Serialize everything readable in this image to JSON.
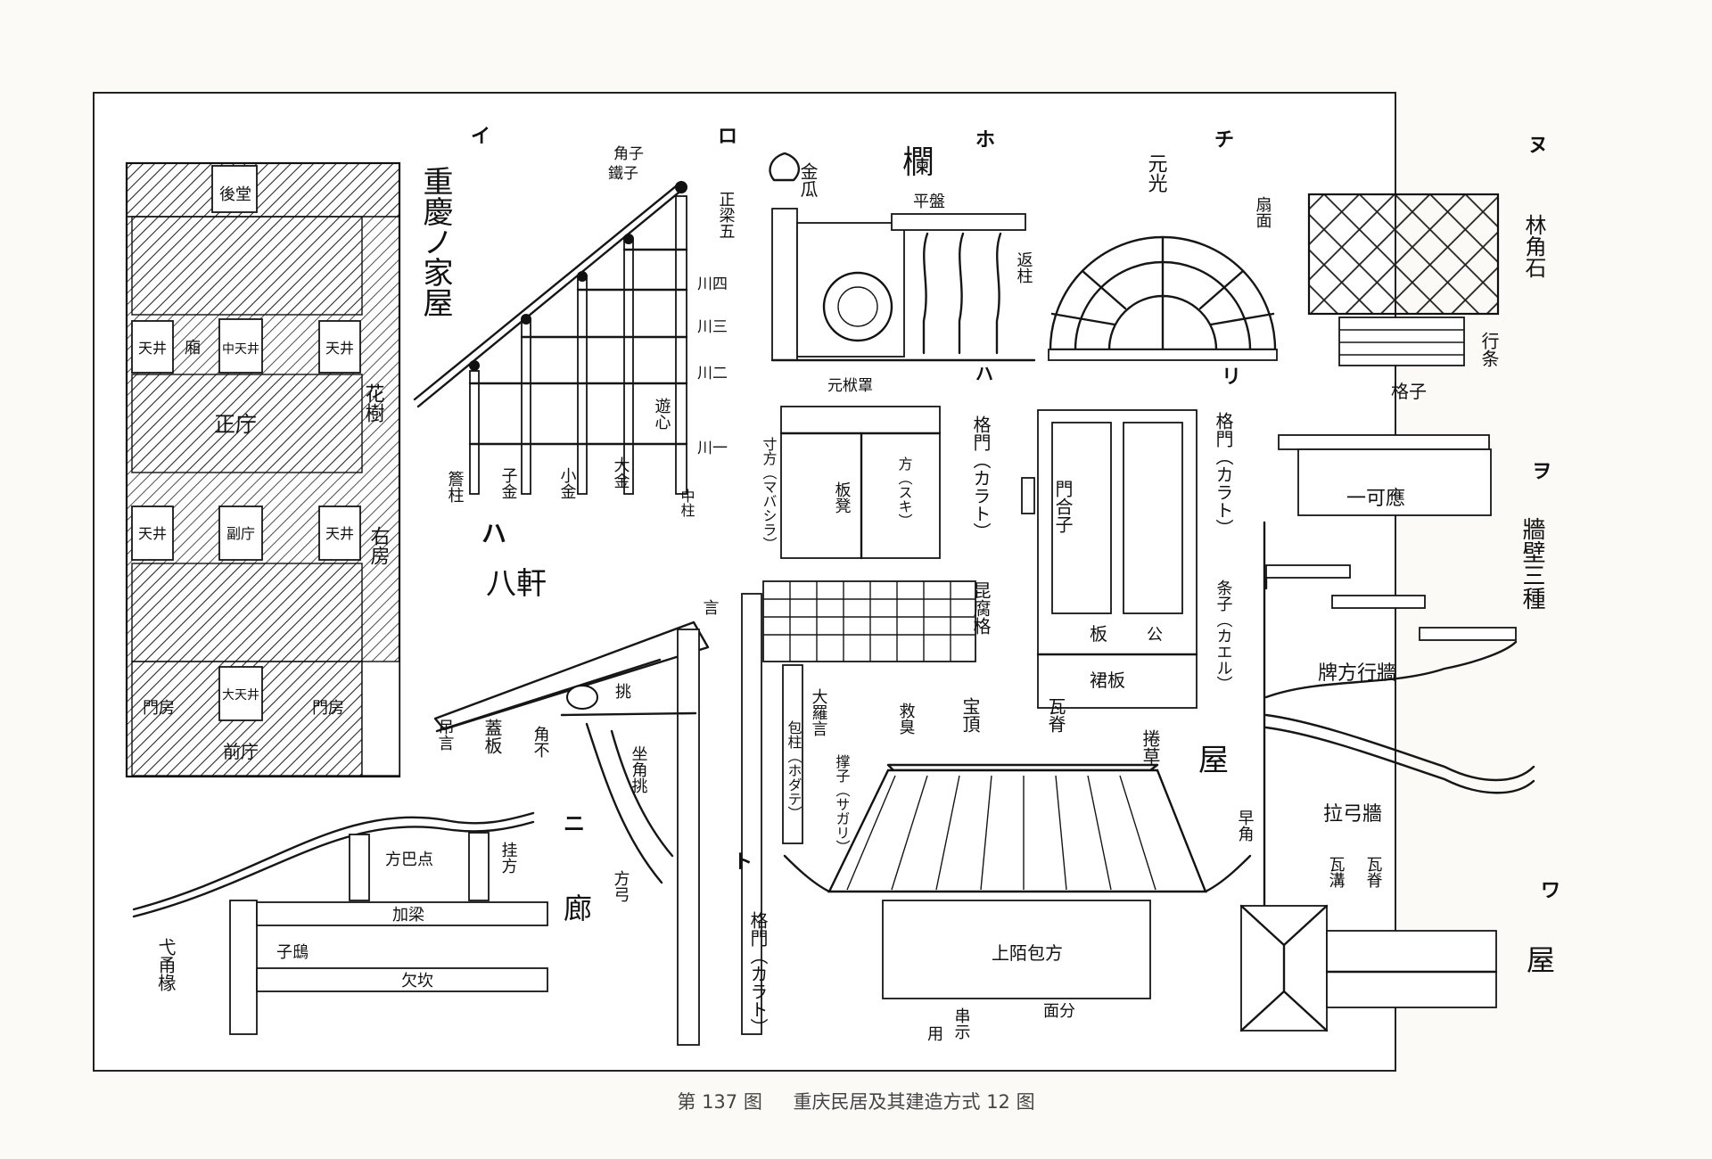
{
  "caption": {
    "figure_number": "第 137 图",
    "title": "重庆民居及其建造方式 12 图"
  },
  "section_marks": {
    "i": "イ",
    "ro": "ロ",
    "ha": "ハ",
    "ni": "ニ",
    "ho": "ホ",
    "to": "ト",
    "chi": "チ",
    "ri": "リ",
    "nu": "ヌ",
    "wo": "ヲ",
    "wa": "ワ"
  },
  "house_plan": {
    "title": "重慶ノ家屋",
    "rooms": [
      "後堂",
      "天井",
      "廂",
      "中天井",
      "天井",
      "正庁",
      "天井",
      "副庁",
      "天井",
      "門房",
      "大天井",
      "門房",
      "前庁"
    ],
    "side_labels": [
      "花樹",
      "右房"
    ]
  },
  "roof_section": {
    "title": "八軒",
    "labels": [
      "角子",
      "鐵子",
      "正梁五",
      "川四",
      "川三",
      "川二",
      "川一",
      "中柱",
      "遊心",
      "大金",
      "小金",
      "子金",
      "簷柱"
    ]
  },
  "eave_bracket": {
    "labels": [
      "吊言",
      "蓋板",
      "角不",
      "挑",
      "坐角挑",
      "方弓"
    ]
  },
  "corridor": {
    "title": "廊",
    "labels": [
      "弋甬椽",
      "方巴点",
      "挂方",
      "加梁",
      "子鴟",
      "欠坎"
    ]
  },
  "bell_finial": {
    "label": "金瓜"
  },
  "railing": {
    "title": "欄",
    "labels": [
      "平盤",
      "返柱"
    ]
  },
  "fan_window": {
    "labels": [
      "元光",
      "扇面"
    ]
  },
  "lattice_door": {
    "title": "格門（カラト）",
    "labels": [
      "元栿罩",
      "寸方（マバシラ）",
      "板凳",
      "方（スキ）"
    ]
  },
  "balcony": {
    "labels": [
      "昆腐格",
      "大羅言",
      "包柱（ホダテ）",
      "撑子（サガリ）",
      "言",
      "挑"
    ]
  },
  "tall_door": {
    "title": "格門（カラト）",
    "labels": [
      "門合子",
      "板",
      "公",
      "裙板",
      "条子（カエル）"
    ]
  },
  "roof_elevation": {
    "title": "屋",
    "labels": [
      "宝頂",
      "救臭",
      "瓦脊",
      "捲草",
      "早角",
      "上陌包方",
      "面分",
      "用",
      "串示"
    ]
  },
  "door_front": {
    "title": "格門（カラト）"
  },
  "wall_cap": {
    "labels": [
      "林角石",
      "行条",
      "格子"
    ]
  },
  "wall_types": {
    "title": "牆壁三種",
    "labels": [
      "一可應",
      "牌方行牆",
      "拉弓牆"
    ]
  },
  "roof_plan": {
    "title": "屋",
    "labels": [
      "瓦脊",
      "瓦溝"
    ]
  }
}
